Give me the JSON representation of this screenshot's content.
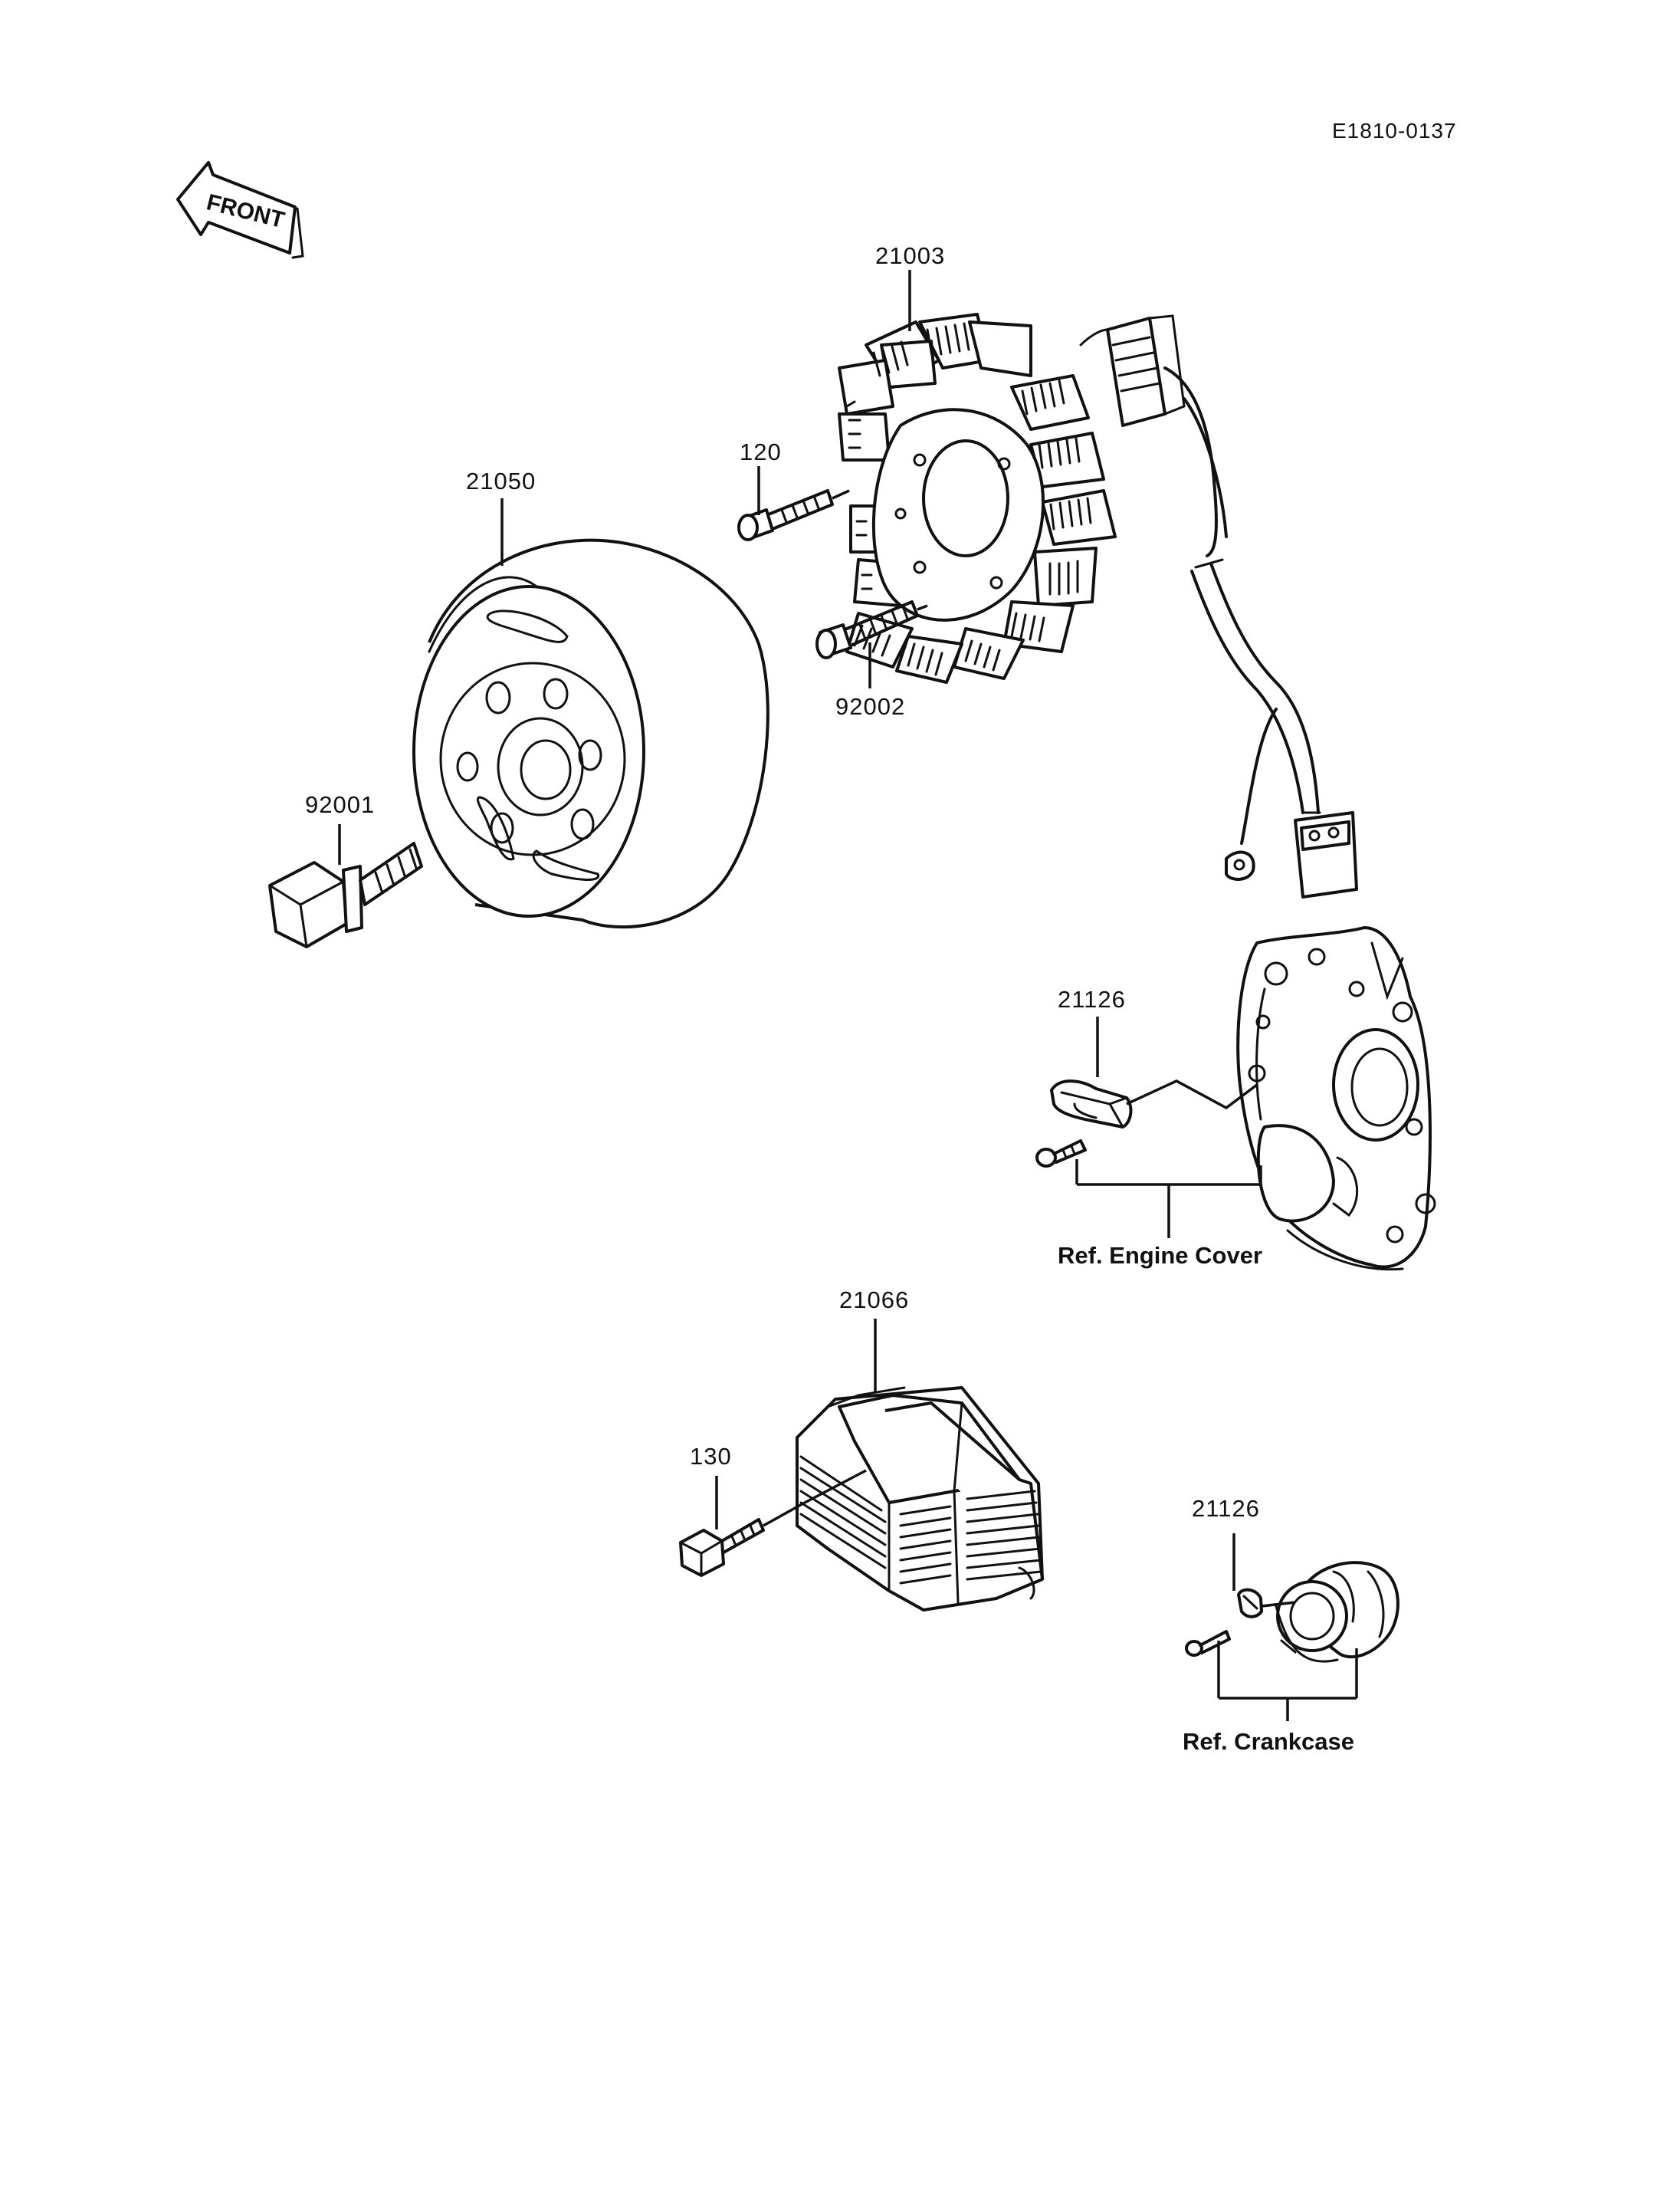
{
  "diagram_code": "E1810-0137",
  "front_marker": "FRONT",
  "parts": {
    "stator": "21003",
    "stator_screw": "120",
    "stator_bolt": "92002",
    "rotor": "21050",
    "rotor_bolt": "92001",
    "clamp_upper": "21126",
    "regulator": "21066",
    "regulator_bolt": "130",
    "clamp_lower": "21126"
  },
  "references": {
    "engine_cover": "Ref. Engine Cover",
    "crankcase": "Ref. Crankcase"
  }
}
